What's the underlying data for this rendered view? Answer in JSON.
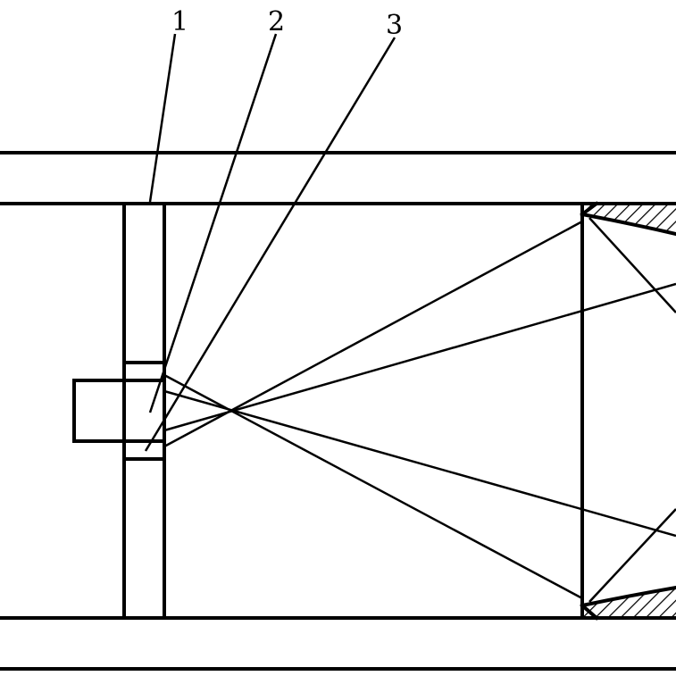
{
  "diagram": {
    "callouts": [
      {
        "id": "1",
        "text": "1"
      },
      {
        "id": "2",
        "text": "2"
      },
      {
        "id": "3",
        "text": "3"
      }
    ]
  },
  "colors": {
    "stroke": "#000000",
    "background": "#ffffff"
  }
}
